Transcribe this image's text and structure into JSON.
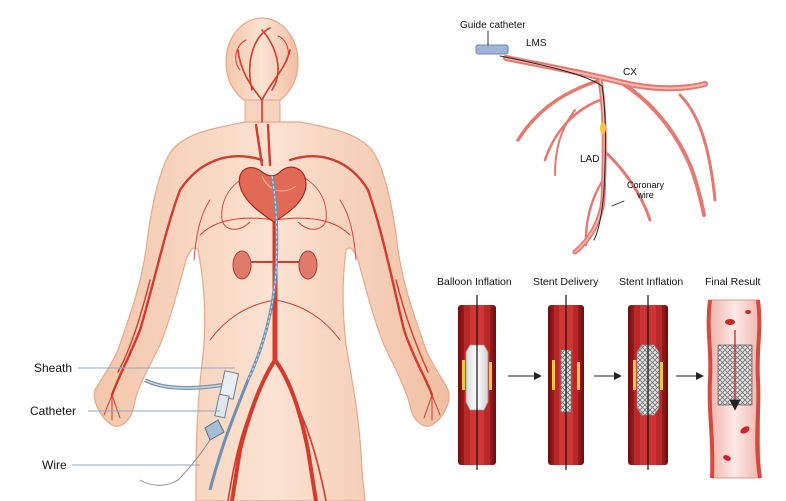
{
  "body_labels": {
    "sheath": "Sheath",
    "catheter": "Catheter",
    "wire": "Wire"
  },
  "coronary_labels": {
    "guide_catheter": "Guide catheter",
    "lms": "LMS",
    "cx": "CX",
    "lad": "LAD",
    "coronary_wire_line1": "Coronary",
    "coronary_wire_line2": "wire"
  },
  "steps": [
    {
      "label": "Balloon Inflation"
    },
    {
      "label": "Stent Delivery"
    },
    {
      "label": "Stent Inflation"
    },
    {
      "label": "Final Result"
    }
  ],
  "colors": {
    "skin": "#f6d3bc",
    "skin_outline": "#e3a98a",
    "artery": "#d23b2e",
    "vessel_pink": "#f08a80",
    "vessel_dark": "#8f1a1a",
    "catheter_blue": "#6e8fae",
    "guide_blue": "#9fb4d8",
    "plaque_yellow": "#f2c545"
  }
}
